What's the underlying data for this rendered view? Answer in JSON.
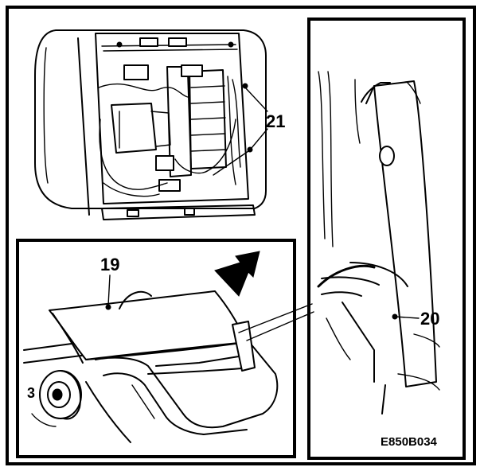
{
  "figure": {
    "code": "E850B034",
    "callouts": {
      "c19": "19",
      "c20": "20",
      "c21": "21",
      "c3": "3"
    },
    "icons": [
      "direction-arrow-icon"
    ]
  }
}
